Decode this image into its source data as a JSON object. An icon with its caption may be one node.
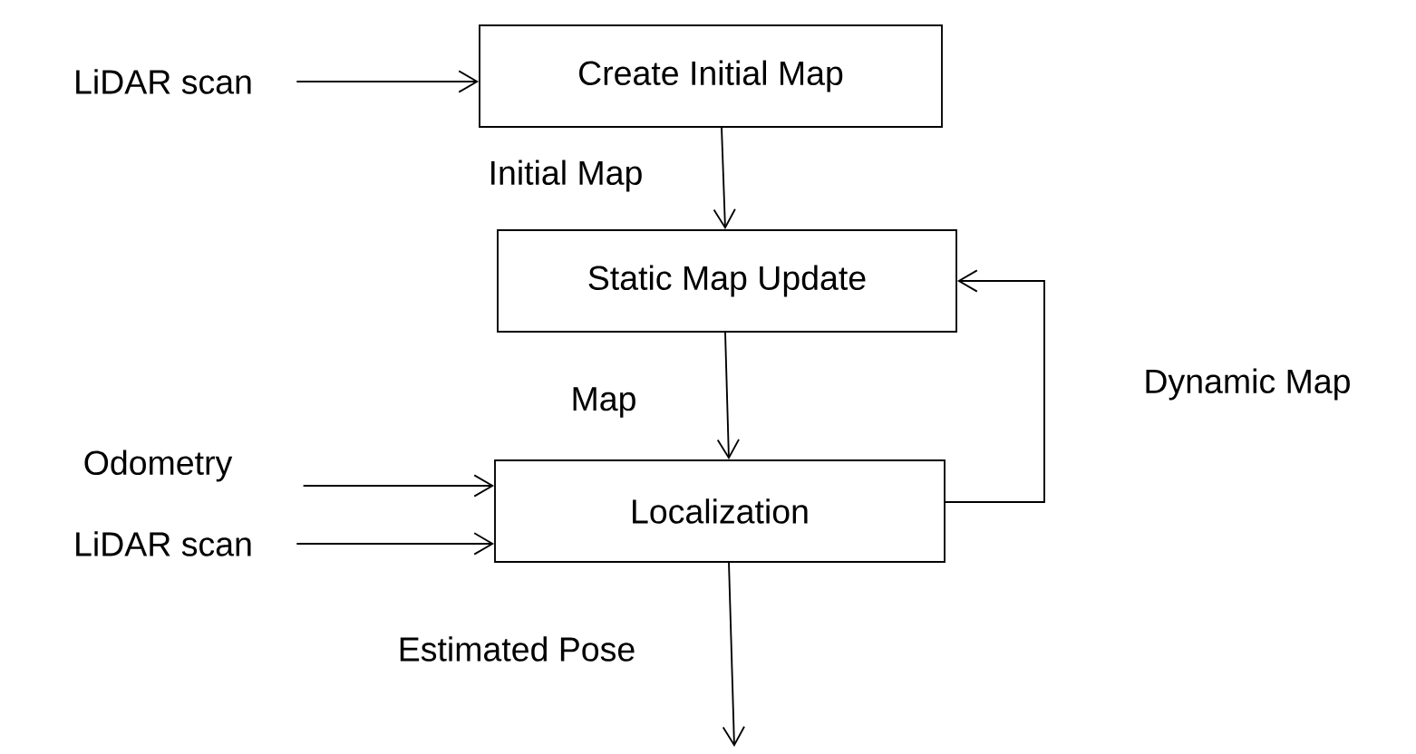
{
  "diagram": {
    "nodes": [
      {
        "text": [
          "LiDAR scan"
        ]
      },
      {
        "text": [
          "Create Initial Map"
        ]
      },
      {
        "text": [
          "Static Map Update"
        ]
      },
      {
        "text": [
          "Localization"
        ]
      },
      {
        "text": [
          "Odometry"
        ]
      },
      {
        "text": [
          "LiDAR scan"
        ]
      }
    ],
    "edges": [
      {
        "from": 0,
        "to": 1,
        "arrow": "to"
      },
      {
        "from": 1,
        "to": 2,
        "arrow": "to",
        "label": "Initial Map"
      },
      {
        "from": 2,
        "to": 3,
        "arrow": "to",
        "label": "Map"
      },
      {
        "from": 3,
        "to": 2,
        "arrow": "to",
        "label": "Dynamic Map"
      },
      {
        "from": 4,
        "to": 3,
        "arrow": "to"
      },
      {
        "from": 5,
        "to": 3,
        "arrow": "to"
      },
      {
        "from": 3,
        "to": null,
        "arrow": "to",
        "label": "Estimated Pose"
      }
    ]
  }
}
